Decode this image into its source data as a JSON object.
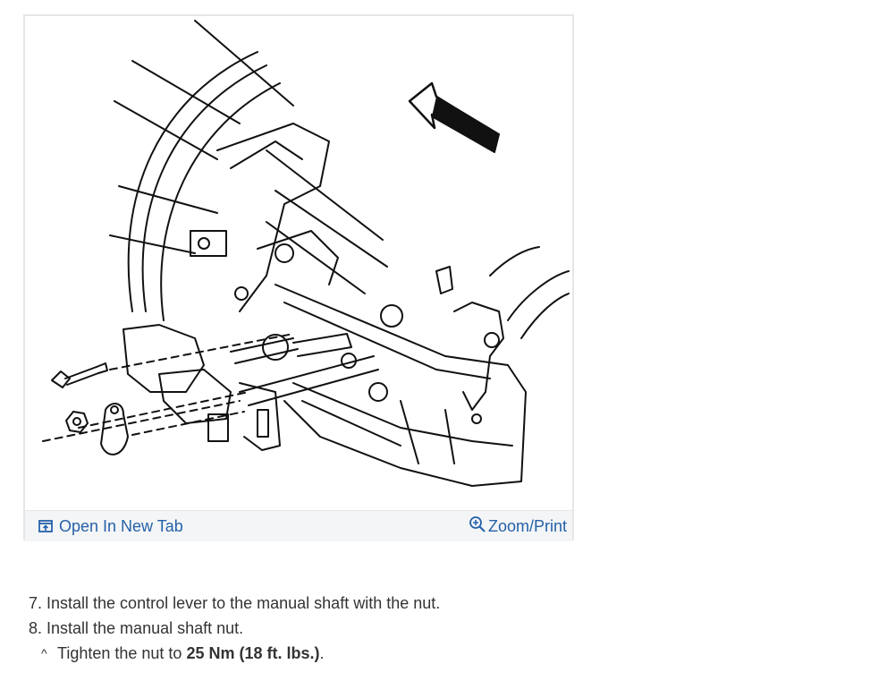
{
  "figure": {
    "open_tab_label": "Open In New Tab",
    "zoom_label": "Zoom/Print",
    "open_tab_icon": "open-new-tab-icon",
    "zoom_icon": "zoom-in-icon",
    "link_color": "#2561a8",
    "toolbar_bg": "#f4f5f7"
  },
  "instructions": {
    "step7": "7. Install the control lever to the manual shaft with the nut.",
    "step8": "8. Install the manual shaft nut.",
    "substep_caret": "^",
    "substep_prefix": "Tighten the nut to ",
    "substep_value": "25 Nm (18 ft. lbs.)",
    "substep_suffix": "."
  }
}
